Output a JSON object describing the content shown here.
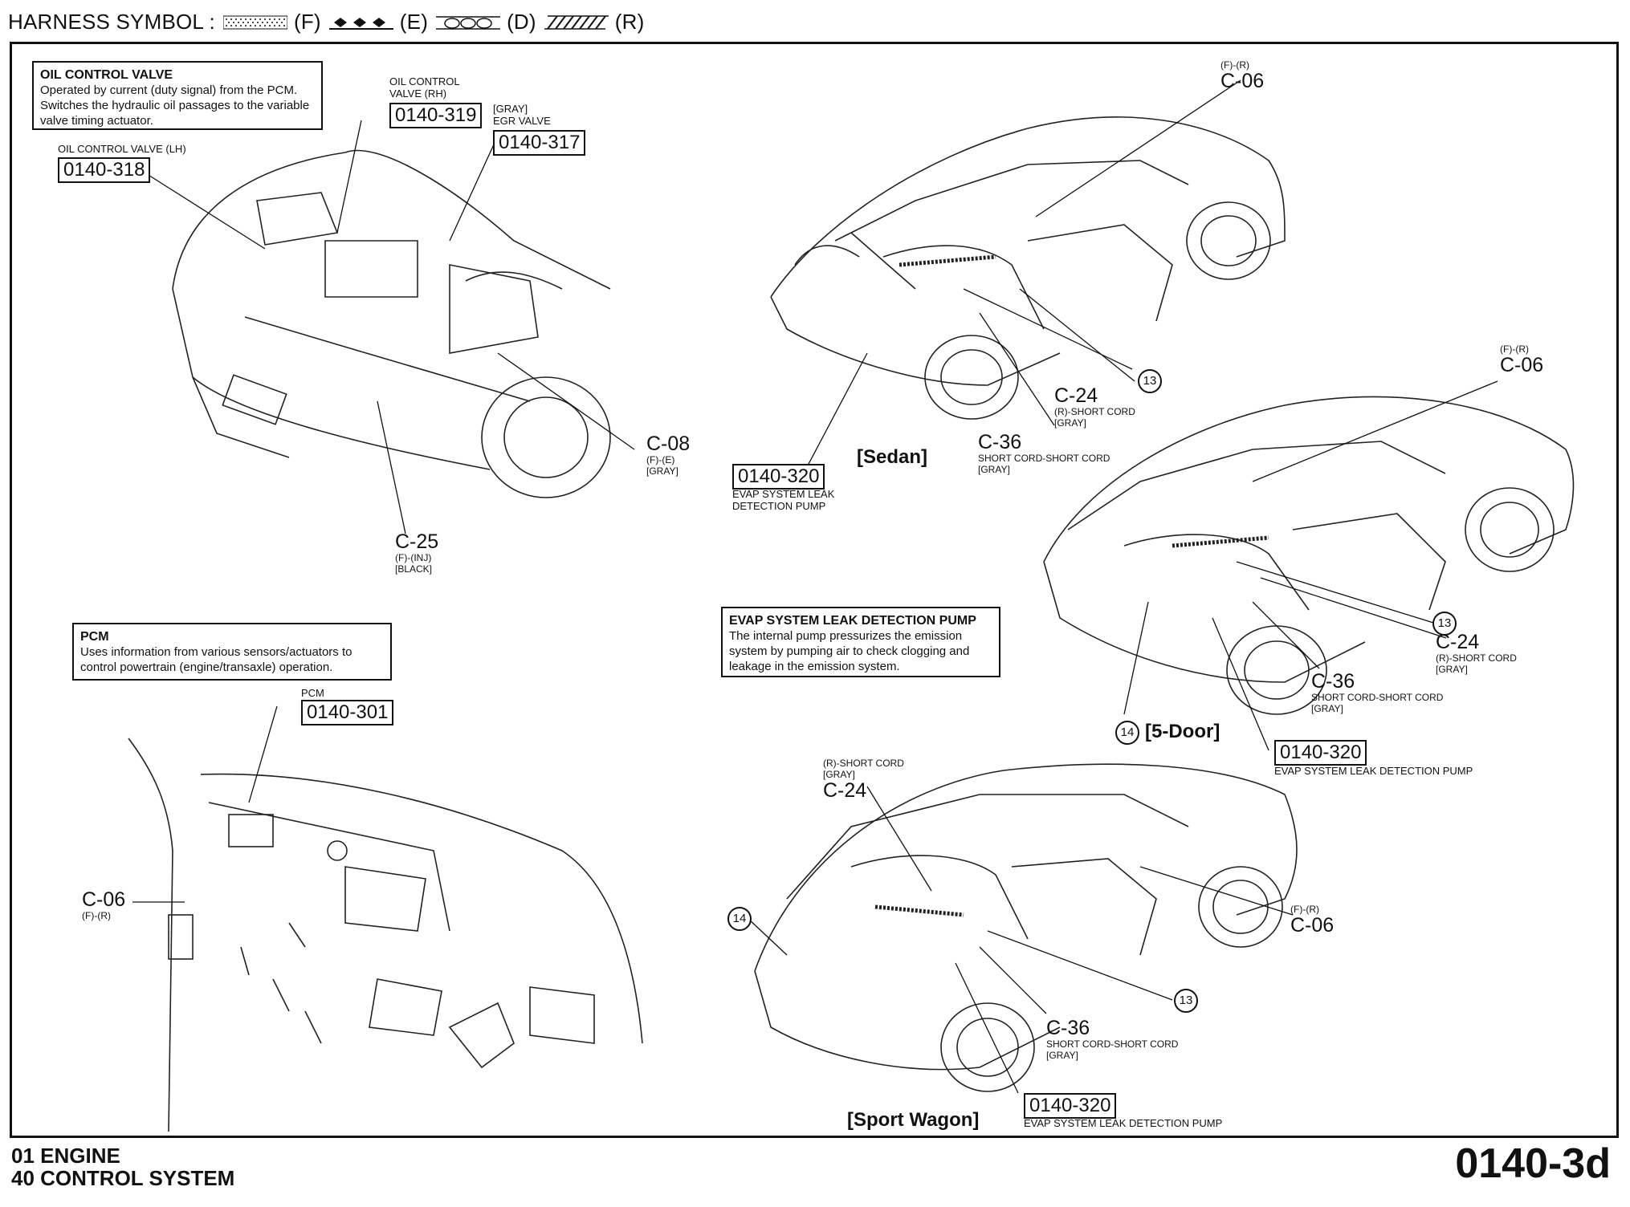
{
  "header": {
    "title": "HARNESS SYMBOL :",
    "symbols": [
      {
        "pattern": "dotted",
        "code": "(F)"
      },
      {
        "pattern": "diamonds",
        "code": "(E)"
      },
      {
        "pattern": "circles",
        "code": "(D)"
      },
      {
        "pattern": "hatched",
        "code": "(R)"
      }
    ]
  },
  "info_boxes": {
    "oil_control_valve": {
      "title": "OIL CONTROL VALVE",
      "text": "Operated by current (duty signal) from the PCM. Switches the hydraulic oil passages  to the variable valve timing actuator."
    },
    "pcm": {
      "title": "PCM",
      "text": "Uses information from various sensors/actuators to control powertrain (engine/transaxle) operation."
    },
    "evap": {
      "title": "EVAP SYSTEM LEAK DETECTION PUMP",
      "text": "The internal pump pressurizes the emission system by pumping air to check clogging and leakage in the emission system."
    }
  },
  "components": {
    "ocv_rh": {
      "label": "OIL CONTROL\nVALVE (RH)",
      "code": "0140-319"
    },
    "egr": {
      "label": "[GRAY]\nEGR VALVE",
      "code": "0140-317"
    },
    "ocv_lh": {
      "label": "OIL CONTROL VALVE (LH)",
      "code": "0140-318"
    },
    "pcm": {
      "label": "PCM",
      "code": "0140-301"
    },
    "evap_sedan": {
      "label": "EVAP SYSTEM LEAK\nDETECTION PUMP",
      "code": "0140-320"
    },
    "evap_5door": {
      "label": "EVAP SYSTEM LEAK DETECTION PUMP",
      "code": "0140-320"
    },
    "evap_wagon": {
      "label": "EVAP SYSTEM LEAK DETECTION PUMP",
      "code": "0140-320"
    }
  },
  "connectors": {
    "c08_engine": {
      "id": "C-08",
      "sub": "(F)-(E)\n[GRAY]"
    },
    "c25_engine": {
      "id": "C-25",
      "sub": "(F)-(INJ)\n[BLACK]"
    },
    "c06_sedan": {
      "id": "C-06",
      "sub": "(F)-(R)"
    },
    "c24_sedan": {
      "id": "C-24",
      "sub": "(R)-SHORT CORD\n[GRAY]"
    },
    "c36_sedan": {
      "id": "C-36",
      "sub": "SHORT CORD-SHORT CORD\n[GRAY]"
    },
    "c06_5door": {
      "id": "C-06",
      "sub": "(F)-(R)"
    },
    "c24_5door": {
      "id": "C-24",
      "sub": "(R)-SHORT CORD\n[GRAY]"
    },
    "c36_5door": {
      "id": "C-36",
      "sub": "SHORT CORD-SHORT CORD\n[GRAY]"
    },
    "c06_dash": {
      "id": "C-06",
      "sub": "(F)-(R)"
    },
    "c24_wagon": {
      "id": "C-24",
      "sub": "(R)-SHORT CORD\n[GRAY]"
    },
    "c06_wagon": {
      "id": "C-06",
      "sub": "(F)-(R)"
    },
    "c36_wagon": {
      "id": "C-36",
      "sub": "SHORT CORD-SHORT CORD\n[GRAY]"
    }
  },
  "markers": {
    "sedan_13": "13",
    "door5_13": "13",
    "door5_14": "14",
    "wagon_14": "14",
    "wagon_13": "13"
  },
  "views": {
    "sedan": "[Sedan]",
    "door5": "[5-Door]",
    "wagon": "[Sport Wagon]"
  },
  "footer": {
    "line1": "01  ENGINE",
    "line2": "40  CONTROL SYSTEM",
    "page": "0140-3d"
  }
}
